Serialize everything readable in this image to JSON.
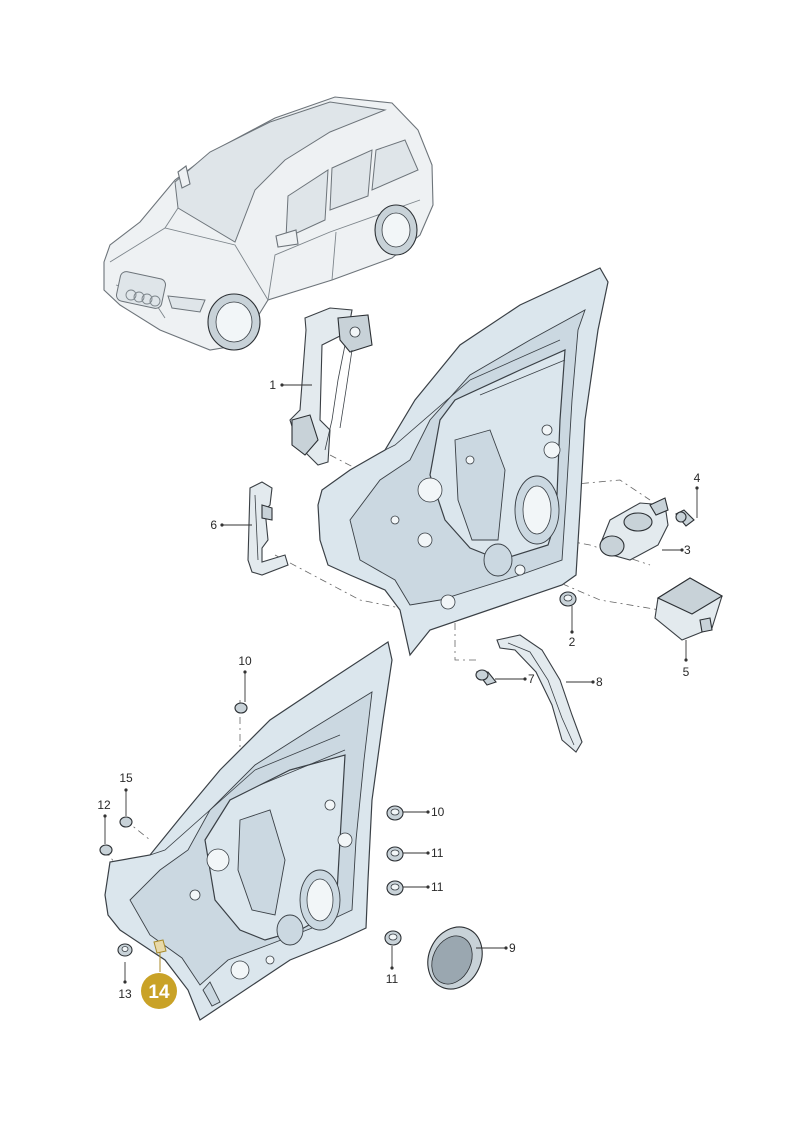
{
  "diagram": {
    "callouts": [
      {
        "id": "c1",
        "text": "1"
      },
      {
        "id": "c2",
        "text": "2"
      },
      {
        "id": "c3",
        "text": "3"
      },
      {
        "id": "c4",
        "text": "4"
      },
      {
        "id": "c5",
        "text": "5"
      },
      {
        "id": "c6",
        "text": "6"
      },
      {
        "id": "c7",
        "text": "7"
      },
      {
        "id": "c8",
        "text": "8"
      },
      {
        "id": "c9",
        "text": "9"
      },
      {
        "id": "c10a",
        "text": "10"
      },
      {
        "id": "c10b",
        "text": "10"
      },
      {
        "id": "c11a",
        "text": "11"
      },
      {
        "id": "c11b",
        "text": "11"
      },
      {
        "id": "c11c",
        "text": "11"
      },
      {
        "id": "c12",
        "text": "12"
      },
      {
        "id": "c13",
        "text": "13"
      },
      {
        "id": "c15",
        "text": "15"
      }
    ],
    "highlight": {
      "text": "14",
      "color": "#c9a227"
    }
  },
  "colors": {
    "part_fill": "#dbe6ed",
    "outline": "#3a4046",
    "highlight": "#c9a227"
  }
}
